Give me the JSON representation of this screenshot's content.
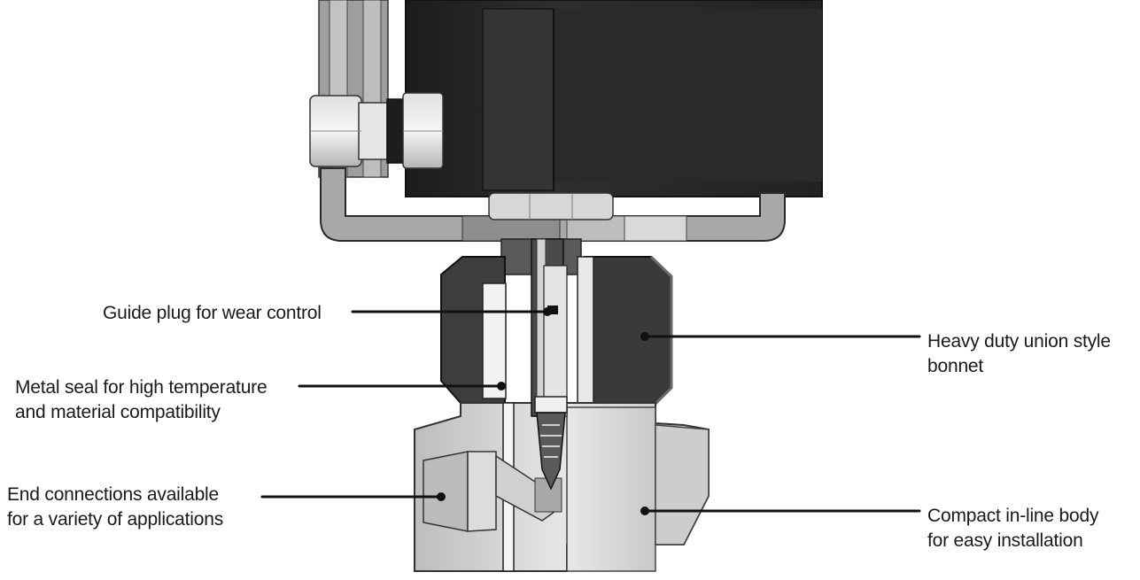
{
  "callouts": {
    "guide_plug": {
      "line1": "Guide plug for wear control"
    },
    "metal_seal": {
      "line1": "Metal seal for high temperature",
      "line2": "and material compatibility"
    },
    "end_connections": {
      "line1": "End connections available",
      "line2": "for a variety of applications"
    },
    "bonnet": {
      "line1": "Heavy duty union style",
      "line2": "bonnet"
    },
    "body": {
      "line1": "Compact in-line body",
      "line2": "for easy installation"
    }
  },
  "colors": {
    "actuator": "#262626",
    "bracket": "#9b9b9b",
    "bonnet": "#3b3b3b",
    "body": "#cfcfcf",
    "leader": "#111111"
  }
}
